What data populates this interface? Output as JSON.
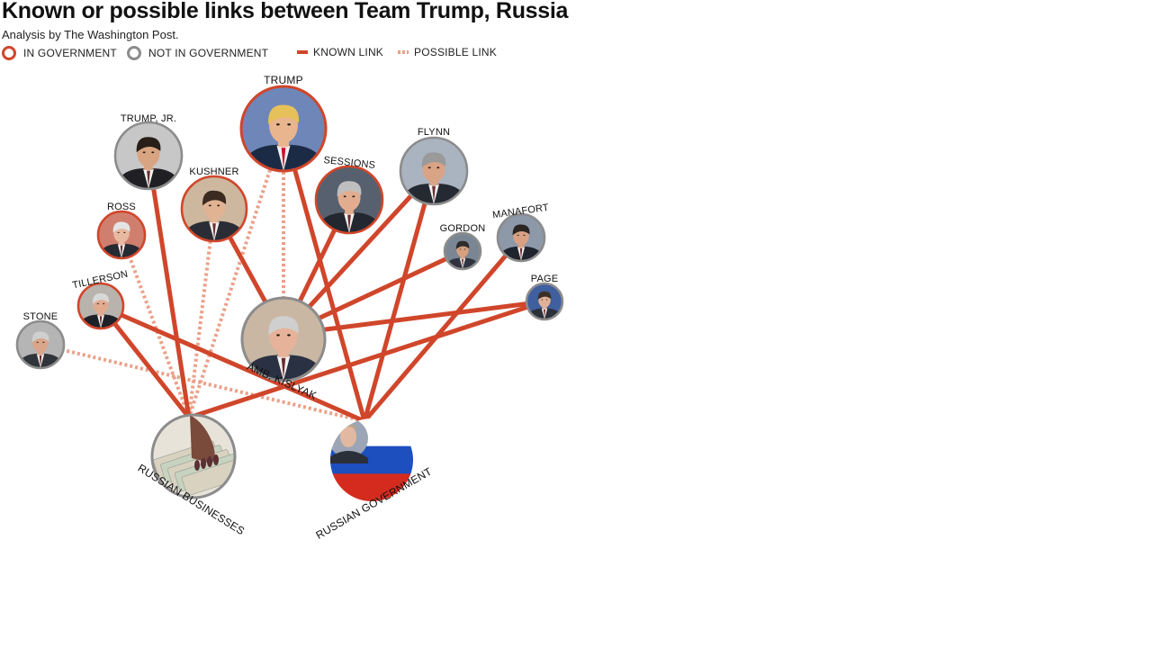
{
  "header": {
    "title": "Known or possible links between Team Trump, Russia",
    "subtitle": "Analysis by The Washington Post."
  },
  "legend": {
    "in_government": "IN GOVERNMENT",
    "not_in_government": "NOT IN GOVERNMENT",
    "known_link": "KNOWN LINK",
    "possible_link": "POSSIBLE LINK"
  },
  "colors": {
    "in_government": "#d0462b",
    "not_in_government": "#8c8c8c",
    "known_link": "#d0462b",
    "possible_link": "#eba088",
    "flag_white": "#ffffff",
    "flag_blue": "#1d4fbf",
    "flag_red": "#d52b1e"
  },
  "nodes": {
    "trump": {
      "label": "TRUMP",
      "status": "in_government",
      "icon": "portrait"
    },
    "trump_jr": {
      "label": "TRUMP, JR.",
      "status": "not_in_government",
      "icon": "portrait"
    },
    "kushner": {
      "label": "KUSHNER",
      "status": "in_government",
      "icon": "portrait"
    },
    "sessions": {
      "label": "SESSIONS",
      "status": "in_government",
      "icon": "portrait"
    },
    "flynn": {
      "label": "FLYNN",
      "status": "not_in_government",
      "icon": "portrait"
    },
    "ross": {
      "label": "ROSS",
      "status": "in_government",
      "icon": "portrait"
    },
    "gordon": {
      "label": "GORDON",
      "status": "not_in_government",
      "icon": "portrait"
    },
    "manafort": {
      "label": "MANAFORT",
      "status": "not_in_government",
      "icon": "portrait"
    },
    "tillerson": {
      "label": "TILLERSON",
      "status": "in_government",
      "icon": "portrait"
    },
    "page": {
      "label": "PAGE",
      "status": "not_in_government",
      "icon": "portrait"
    },
    "stone": {
      "label": "STONE",
      "status": "not_in_government",
      "icon": "portrait"
    },
    "kislyak": {
      "label": "AMB. KISLYAK",
      "status": "not_in_government",
      "icon": "portrait"
    },
    "russian_businesses": {
      "label": "RUSSIAN BUSINESSES",
      "status": "not_in_government",
      "icon": "money-hand"
    },
    "russian_government": {
      "label": "RUSSIAN GOVERNMENT",
      "status": "not_in_government",
      "icon": "russian-flag-portrait"
    }
  },
  "links": [
    {
      "from": "trump_jr",
      "to": "russian_businesses",
      "type": "known"
    },
    {
      "from": "tillerson",
      "to": "russian_businesses",
      "type": "known"
    },
    {
      "from": "tillerson",
      "to": "russian_government",
      "type": "known"
    },
    {
      "from": "kushner",
      "to": "kislyak",
      "type": "known"
    },
    {
      "from": "sessions",
      "to": "kislyak",
      "type": "known"
    },
    {
      "from": "flynn",
      "to": "kislyak",
      "type": "known"
    },
    {
      "from": "gordon",
      "to": "kislyak",
      "type": "known"
    },
    {
      "from": "page",
      "to": "kislyak",
      "type": "known"
    },
    {
      "from": "trump",
      "to": "russian_government",
      "type": "known"
    },
    {
      "from": "flynn",
      "to": "russian_government",
      "type": "known"
    },
    {
      "from": "manafort",
      "to": "russian_government",
      "type": "known"
    },
    {
      "from": "page",
      "to": "russian_businesses",
      "type": "known"
    },
    {
      "from": "trump",
      "to": "kislyak",
      "type": "possible"
    },
    {
      "from": "trump",
      "to": "russian_businesses",
      "type": "possible"
    },
    {
      "from": "kushner",
      "to": "russian_businesses",
      "type": "possible"
    },
    {
      "from": "ross",
      "to": "russian_businesses",
      "type": "possible"
    },
    {
      "from": "stone",
      "to": "russian_government",
      "type": "possible"
    }
  ]
}
